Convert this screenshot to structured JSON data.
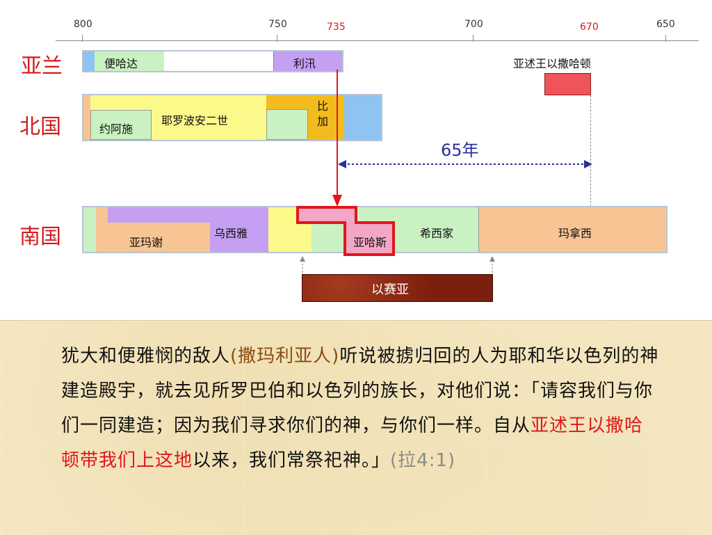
{
  "timeline": {
    "ticks": [
      "800",
      "750",
      "700",
      "650"
    ],
    "highlight_ticks": [
      "735",
      "670"
    ]
  },
  "nations": {
    "aram": "亚兰",
    "north": "北国",
    "south": "南国"
  },
  "bars": {
    "benhadad": "便哈达",
    "rezin": "利汛",
    "esarhaddon": "亚述王以撒哈顿",
    "jehoahaz": "约阿施",
    "jeroboam2": "耶罗波安二世",
    "pekah": "比\n加",
    "amaziah": "亚玛谢",
    "uzziah": "乌西雅",
    "ahaz": "亚哈斯",
    "hezekiah": "希西家",
    "manasseh": "玛拿西",
    "isaiah": "以赛亚"
  },
  "span_label": "65年",
  "verse": {
    "part1": "犹大和便雅悯的敌人",
    "part2": "(撒玛利亚人)",
    "part3": "听说被掳归回的人为耶和华以色列的神建造殿宇，就去见所罗巴伯和以色列的族长，对他们说：「请容我们与你们一同建造；因为我们寻求你们的神，与你们一样。自从",
    "part4": "亚述王以撒哈顿带我们上这地",
    "part5": "以来，我们常祭祀神。」",
    "part6": "(拉4:1)"
  },
  "colors": {
    "nation_red": "#d21b1b",
    "purple": "#c49ff2",
    "green": "#c9f1c2",
    "yellow": "#fbf98a",
    "orange": "#f7c594",
    "blue": "#8ec3f2",
    "gold": "#f2bb1e",
    "pink": "#f3a7c6",
    "span_blue": "#2b2f9a",
    "isaiah_brown": "#7c1f0e"
  }
}
